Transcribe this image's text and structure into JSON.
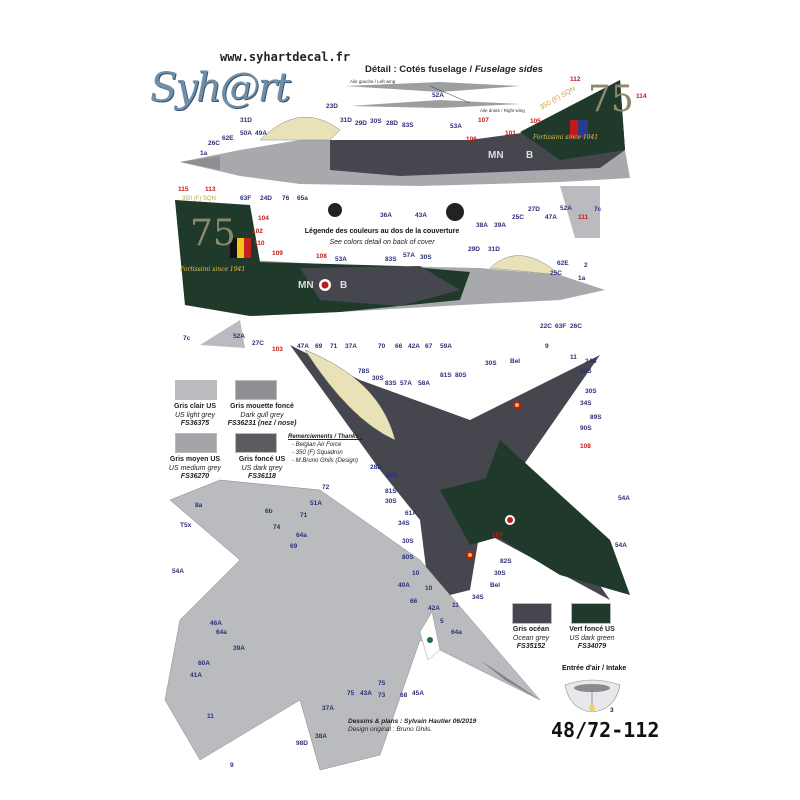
{
  "brand": {
    "logo_text": "Syh@rt",
    "url": "www.syhartdecal.fr"
  },
  "detail": {
    "title": "Détail : Cotés fuselage / ",
    "title_en": "Fuselage sides",
    "left_wing": "Aile gauche / Left wing",
    "right_wing": "Aile droite / Right wing",
    "part": "52A"
  },
  "legend": {
    "fr": "Légende des couleurs au dos de la couverture",
    "en": "See colors detail on back of cover"
  },
  "tail_art": {
    "squadron": "350 (F) SQN",
    "number": "75",
    "motto": "Fortissimi since 1941",
    "codes": "MN",
    "code_letter": "B"
  },
  "colors": [
    {
      "name_fr": "Gris clair US",
      "name_en": "US light grey",
      "fs": "FS36375",
      "hex": "#b9bbbe"
    },
    {
      "name_fr": "Gris mouette foncé",
      "name_en": "Dark gull grey",
      "fs": "FS36231 (nez / nose)",
      "hex": "#8d8f92"
    },
    {
      "name_fr": "Gris moyen US",
      "name_en": "US medium grey",
      "fs": "FS36270",
      "hex": "#a3a5a8"
    },
    {
      "name_fr": "Gris foncé US",
      "name_en": "US dark grey",
      "fs": "FS36118",
      "hex": "#5b5c60"
    },
    {
      "name_fr": "Gris océan",
      "name_en": "Ocean grey",
      "fs": "FS35152",
      "hex": "#45464e"
    },
    {
      "name_fr": "Vert foncé US",
      "name_en": "US dark green",
      "fs": "FS34079",
      "hex": "#1f3a2a"
    }
  ],
  "thanks": {
    "title": "Remerciements / Thanks :",
    "items": [
      "- Belgian Air Force",
      "- 350 (F) Squadron",
      "- M.Bruno Ghils (Design)"
    ]
  },
  "credits": {
    "line1": "Dessins & plans : Sylvain Hautier 06/2019",
    "line2": "Design original : Bruno Ghils."
  },
  "intake": {
    "title": "Entrée d'air / Intake",
    "part": "3"
  },
  "reference": "48/72-112",
  "callouts_top": [
    "31D",
    "23D",
    "31D",
    "29D",
    "30S",
    "28D",
    "83S",
    "53A",
    "107",
    "106",
    "101",
    "105",
    "112",
    "114",
    "26C",
    "62E",
    "50A",
    "49A",
    "1a",
    "63F",
    "24D",
    "76",
    "65a",
    "36A",
    "43A",
    "38A",
    "39A",
    "25C",
    "27D",
    "47A",
    "52A",
    "111",
    "7c"
  ],
  "callouts_top_red": [
    "107",
    "106",
    "101",
    "105",
    "112",
    "114",
    "111"
  ],
  "callouts_mid": [
    "115",
    "113",
    "104",
    "102",
    "110",
    "109",
    "108",
    "53A",
    "83S",
    "57A",
    "30S",
    "29D",
    "31D",
    "62E",
    "25C",
    "1a",
    "2",
    "7c",
    "52A",
    "27C",
    "103",
    "47A",
    "69",
    "71",
    "37A",
    "70",
    "66",
    "42A",
    "67",
    "59A",
    "22C",
    "63F",
    "26C"
  ],
  "callouts_plan": [
    "9",
    "11",
    "34S",
    "78S",
    "30S",
    "83S",
    "57A",
    "58A",
    "81S",
    "80S",
    "30S",
    "Bel",
    "82S",
    "30S",
    "34S",
    "89S",
    "90S",
    "108",
    "54A",
    "107",
    "28D",
    "83S",
    "81S",
    "30S",
    "61A",
    "34S",
    "30S",
    "80S",
    "82S",
    "30S",
    "Bel",
    "34S",
    "10",
    "11",
    "54A"
  ],
  "callouts_bottom": [
    "72",
    "8a",
    "T5x",
    "6b",
    "51A",
    "74",
    "71",
    "64a",
    "69",
    "54A",
    "46A",
    "64a",
    "39A",
    "60A",
    "41A",
    "11",
    "9",
    "98D",
    "38A",
    "37A",
    "75",
    "43A",
    "73",
    "68",
    "45A",
    "64a",
    "5",
    "42A",
    "66",
    "40A",
    "10",
    "75"
  ]
}
